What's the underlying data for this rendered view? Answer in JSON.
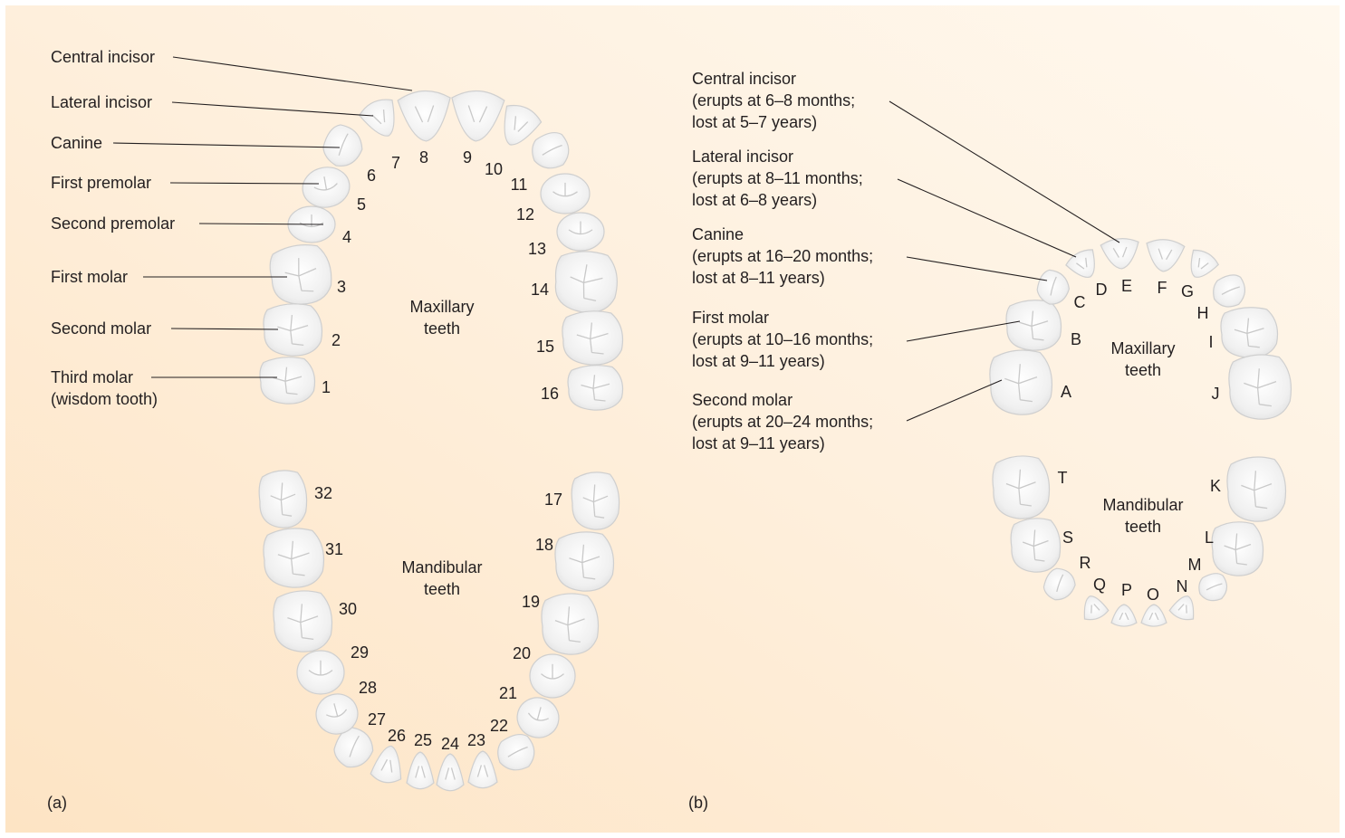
{
  "panel_a": {
    "label": "(a)",
    "callouts": [
      {
        "id": "central-incisor",
        "text": "Central incisor"
      },
      {
        "id": "lateral-incisor",
        "text": "Lateral incisor"
      },
      {
        "id": "canine",
        "text": "Canine"
      },
      {
        "id": "first-premolar",
        "text": "First premolar"
      },
      {
        "id": "second-premolar",
        "text": "Second premolar"
      },
      {
        "id": "first-molar",
        "text": "First molar"
      },
      {
        "id": "second-molar",
        "text": "Second molar"
      },
      {
        "id": "third-molar",
        "text": "Third molar\n(wisdom tooth)"
      }
    ],
    "maxillary_label": "Maxillary\nteeth",
    "mandibular_label": "Mandibular\nteeth",
    "maxillary_numbers": [
      "1",
      "2",
      "3",
      "4",
      "5",
      "6",
      "7",
      "8",
      "9",
      "10",
      "11",
      "12",
      "13",
      "14",
      "15",
      "16"
    ],
    "mandibular_numbers": [
      "17",
      "18",
      "19",
      "20",
      "21",
      "22",
      "23",
      "24",
      "25",
      "26",
      "27",
      "28",
      "29",
      "30",
      "31",
      "32"
    ]
  },
  "panel_b": {
    "label": "(b)",
    "callouts": [
      {
        "id": "central-incisor",
        "text": "Central incisor\n(erupts at 6–8 months;\nlost at 5–7 years)"
      },
      {
        "id": "lateral-incisor",
        "text": "Lateral incisor\n(erupts at 8–11 months;\nlost at 6–8 years)"
      },
      {
        "id": "canine",
        "text": "Canine\n(erupts at 16–20 months;\nlost at 8–11 years)"
      },
      {
        "id": "first-molar",
        "text": "First molar\n(erupts at 10–16 months;\nlost at 9–11 years)"
      },
      {
        "id": "second-molar",
        "text": "Second molar\n(erupts at 20–24 months;\nlost at 9–11 years)"
      }
    ],
    "maxillary_label": "Maxillary\nteeth",
    "mandibular_label": "Mandibular\nteeth",
    "maxillary_letters": [
      "A",
      "B",
      "C",
      "D",
      "E",
      "F",
      "G",
      "H",
      "I",
      "J"
    ],
    "mandibular_letters": [
      "K",
      "L",
      "M",
      "N",
      "O",
      "P",
      "Q",
      "R",
      "S",
      "T"
    ]
  },
  "colors": {
    "background_start": "#fde9cd",
    "background_end": "#fff8ef",
    "tooth": "#f4f4f4",
    "text": "#231f20"
  }
}
